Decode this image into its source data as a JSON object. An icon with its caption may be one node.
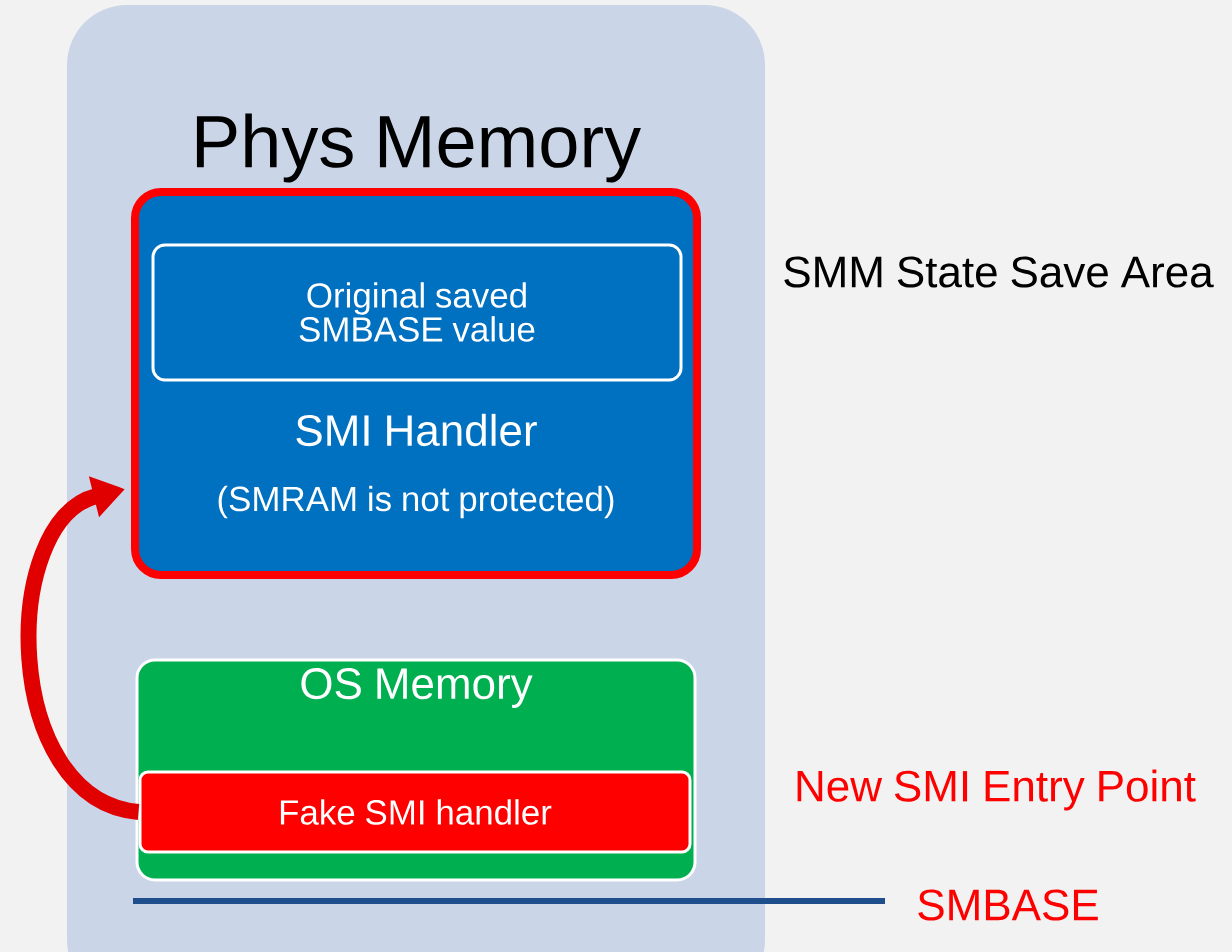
{
  "diagram": {
    "nodes": [
      {
        "text": [
          "Phys Memory"
        ]
      },
      {
        "text": [
          "SMI Handler",
          "(SMRAM is not protected)"
        ],
        "in": 0
      },
      {
        "text": [
          "Original saved SMBASE value"
        ],
        "in": 1
      },
      {
        "text": [
          "OS Memory"
        ],
        "in": 0
      },
      {
        "text": [
          "Fake SMI handler"
        ],
        "in": 3
      }
    ],
    "edges": [
      {
        "from": 4,
        "to": 1,
        "arrow": "to"
      }
    ],
    "labels": [
      "SMM State Save Area",
      "New SMI Entry Point",
      "SMBASE"
    ]
  }
}
